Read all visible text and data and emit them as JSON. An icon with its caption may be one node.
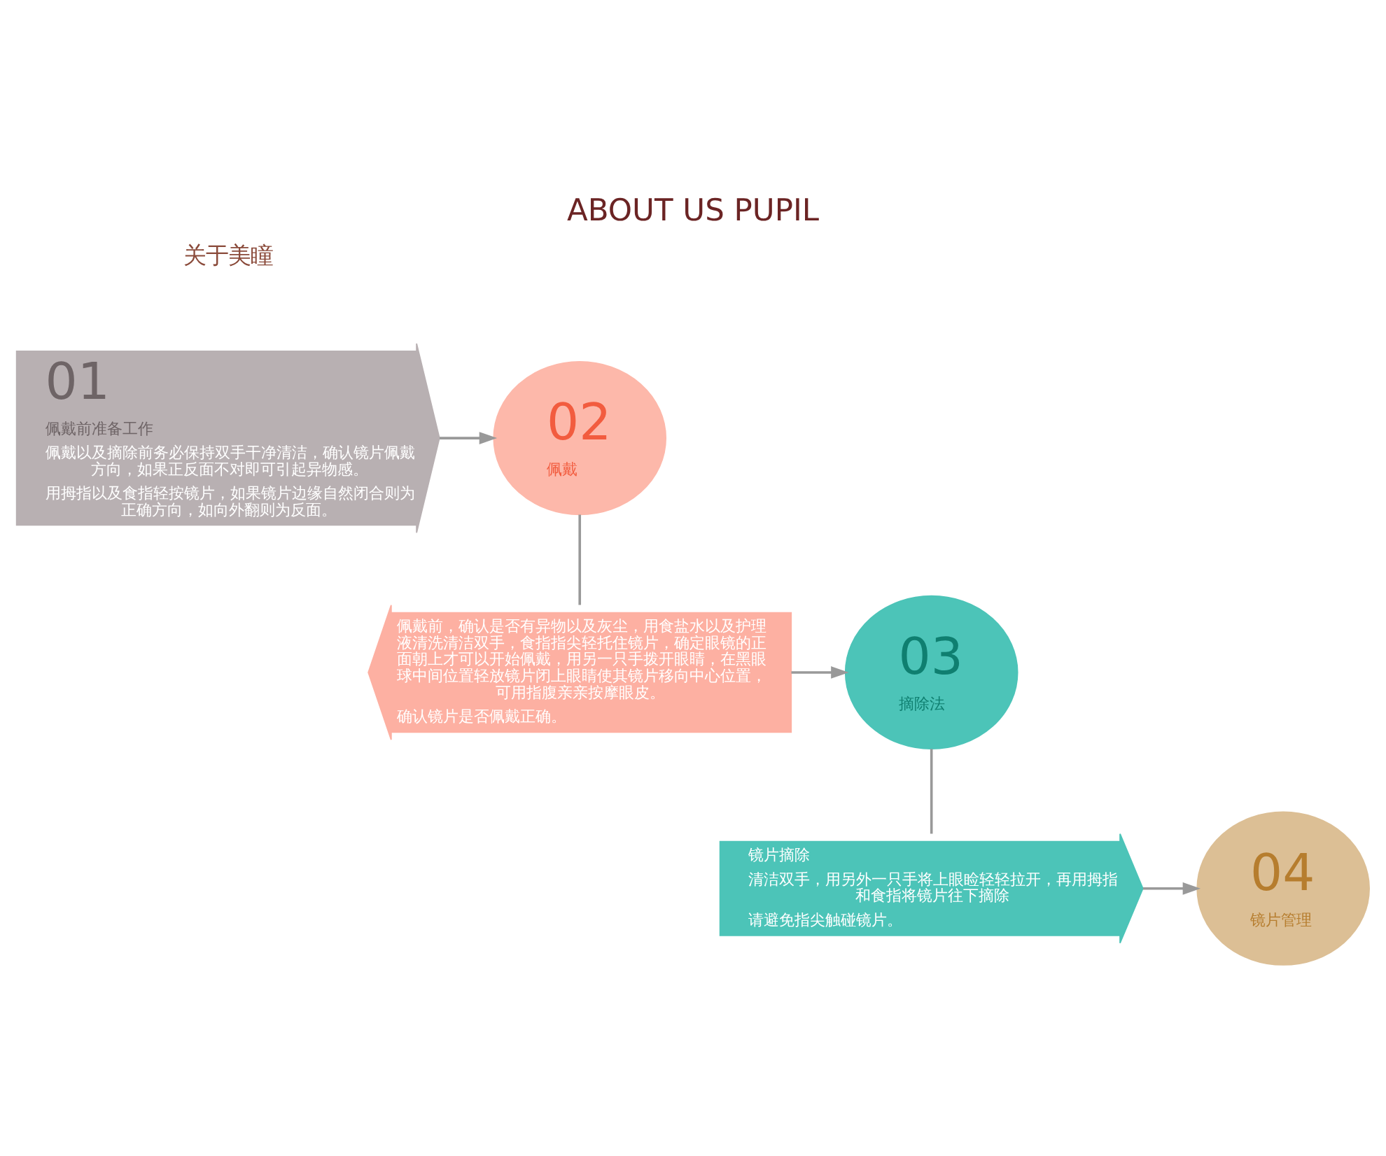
{
  "diagram": {
    "title": "ABOUT US PUPIL",
    "nodes": [
      {
        "text": [
          "01",
          "佩戴前准备工作",
          "佩戴以及摘除前务必保持双手干净清洁，确认镜片佩戴方向，如果正反面不对即可引起异物感。",
          "用拇指以及食指轻按镜片，如果镜片边缘自然闭合则为正确方向，如向外翻则为反面。"
        ]
      },
      {
        "text": [
          "02",
          "佩戴"
        ]
      },
      {
        "text": [
          "佩戴前，确认是否有异物以及灰尘，用食盐水以及护理液清洗清洁双手，食指指尖轻托住镜片，确定眼镜的正面朝上才可以开始佩戴，用另一只手拨开眼睛，在黑眼球中间位置轻放镜片闭上眼睛使其镜片移向中心位置，可用指腹亲亲按摩眼皮。",
          "确认镜片是否佩戴正确。"
        ]
      },
      {
        "text": [
          "03",
          "摘除法"
        ]
      },
      {
        "text": [
          "镜片摘除",
          "清洁双手，用另外一只手将上眼睑轻轻拉开，再用拇指和食指将镜片往下摘除",
          "请避免指尖触碰镜片。"
        ]
      },
      {
        "text": [
          "04",
          "镜片管理"
        ]
      }
    ],
    "edges": [
      {
        "from": 0,
        "to": 1,
        "arrow": "to"
      },
      {
        "from": 1,
        "to": 2,
        "arrow": "none"
      },
      {
        "from": 2,
        "to": 3,
        "arrow": "to"
      },
      {
        "from": 3,
        "to": 4,
        "arrow": "none"
      },
      {
        "from": 4,
        "to": 5,
        "arrow": "to"
      }
    ],
    "labels": [
      "关于美瞳"
    ]
  }
}
